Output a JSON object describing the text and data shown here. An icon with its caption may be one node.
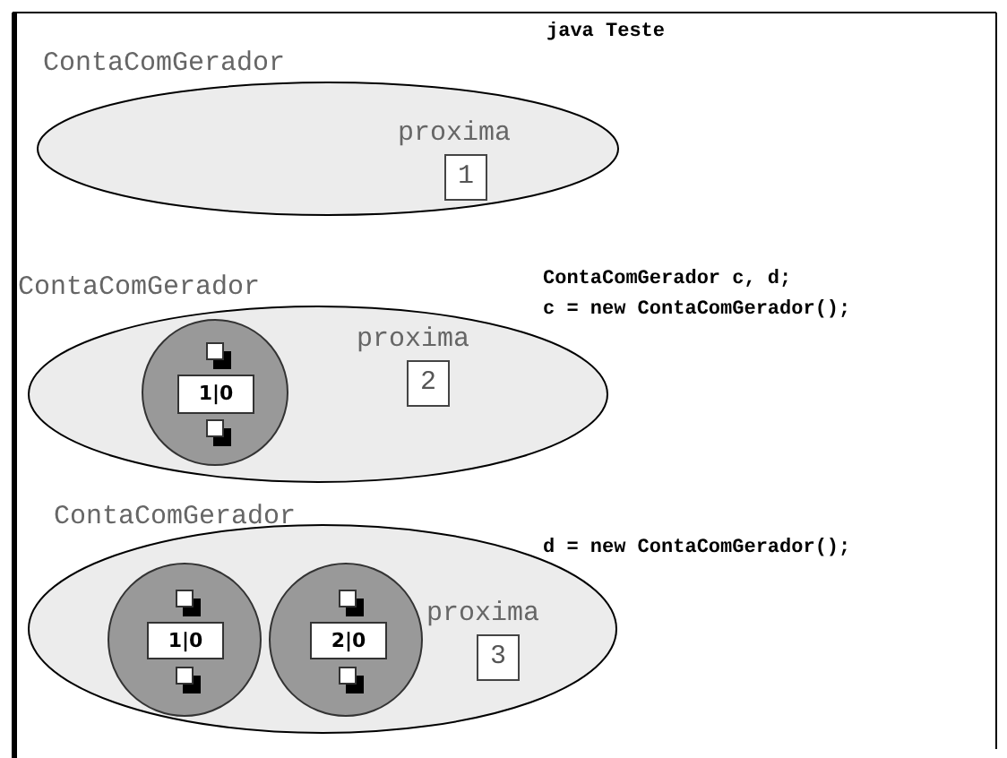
{
  "diagram": {
    "nodes": [
      {
        "text": [
          "ContaComGerador"
        ]
      },
      {
        "text": [
          "proxima",
          "1"
        ],
        "in": 0
      },
      {
        "text": [
          "ContaComGerador"
        ]
      },
      {
        "text": [],
        "shape": "circle",
        "in": 2
      },
      {
        "text": [
          "1|0"
        ],
        "in": 3
      },
      {
        "text": [
          "proxima",
          "2"
        ],
        "in": 2
      },
      {
        "text": [
          "ContaComGerador"
        ]
      },
      {
        "text": [],
        "shape": "circle",
        "in": 6
      },
      {
        "text": [
          "1|0"
        ],
        "in": 7
      },
      {
        "text": [],
        "shape": "circle",
        "in": 6
      },
      {
        "text": [
          "2|0"
        ],
        "in": 9
      },
      {
        "text": [
          "proxima",
          "3"
        ],
        "in": 6
      }
    ],
    "labels": [
      "java Teste",
      "ContaComGerador c, d;",
      "c = new ContaComGerador();",
      "d = new ContaComGerador();"
    ]
  }
}
